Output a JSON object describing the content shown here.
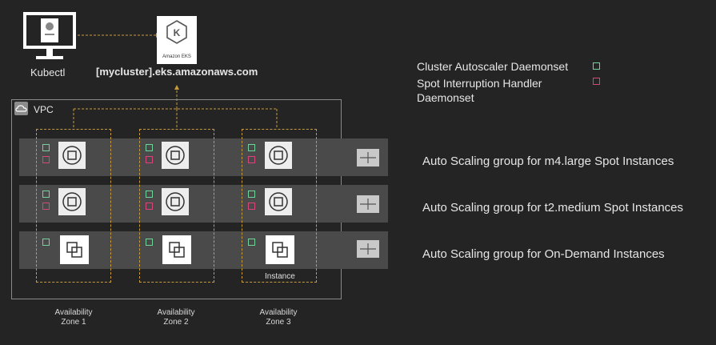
{
  "kubectl": {
    "label": "Kubectl"
  },
  "eks": {
    "endpoint": "[mycluster].eks.amazonaws.com",
    "badge": "Amazon EKS"
  },
  "legend": {
    "cluster_autoscaler": "Cluster Autoscaler Daemonset",
    "spot_handler_line1": "Spot Interruption Handler",
    "spot_handler_line2": "Daemonset",
    "green_color": "#6fd39a",
    "pink_color": "#d8457a"
  },
  "vpc": {
    "label": "VPC"
  },
  "zones": [
    {
      "line1": "Availability",
      "line2": "Zone 1"
    },
    {
      "line1": "Availability",
      "line2": "Zone 2"
    },
    {
      "line1": "Availability",
      "line2": "Zone 3"
    }
  ],
  "instance_label": "Instance",
  "asg_rows": [
    {
      "label": "Auto Scaling group for m4.large Spot Instances",
      "kind": "spot"
    },
    {
      "label": "Auto Scaling group for t2.medium Spot Instances",
      "kind": "spot"
    },
    {
      "label": "Auto Scaling group for On-Demand Instances",
      "kind": "on-demand"
    }
  ]
}
